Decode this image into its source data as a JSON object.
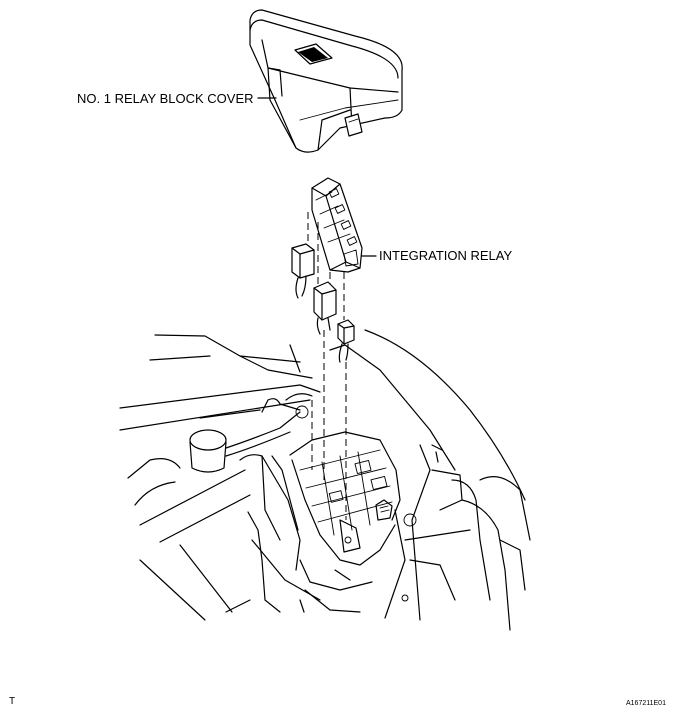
{
  "labels": {
    "relay_block_cover": "NO. 1 RELAY BLOCK COVER",
    "integration_relay": "INTEGRATION RELAY"
  },
  "footer": {
    "corner_mark": "T",
    "figure_id": "A167211E01"
  }
}
